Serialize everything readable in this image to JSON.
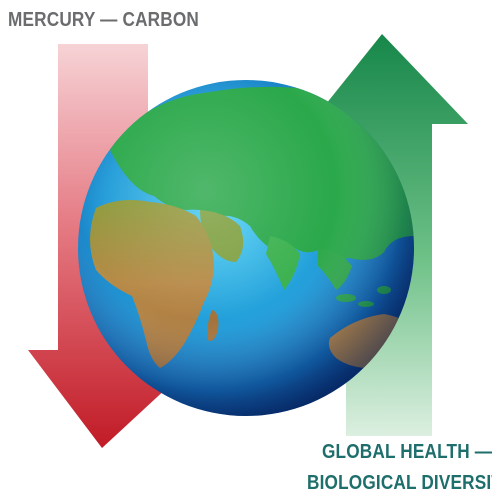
{
  "labels": {
    "top": "MERCURY — CARBON",
    "bottom_line1": "GLOBAL HEALTH —",
    "bottom_line2": "BIOLOGICAL DIVERSITY"
  },
  "colors": {
    "down_arrow": "#c8202a",
    "up_arrow": "#1e8c45",
    "ocean": "#1e9ad8",
    "land": "#2faa4a",
    "desert": "#b58a4a",
    "top_label": "#6b6c6e",
    "bottom_label": "#1e6e6b"
  }
}
